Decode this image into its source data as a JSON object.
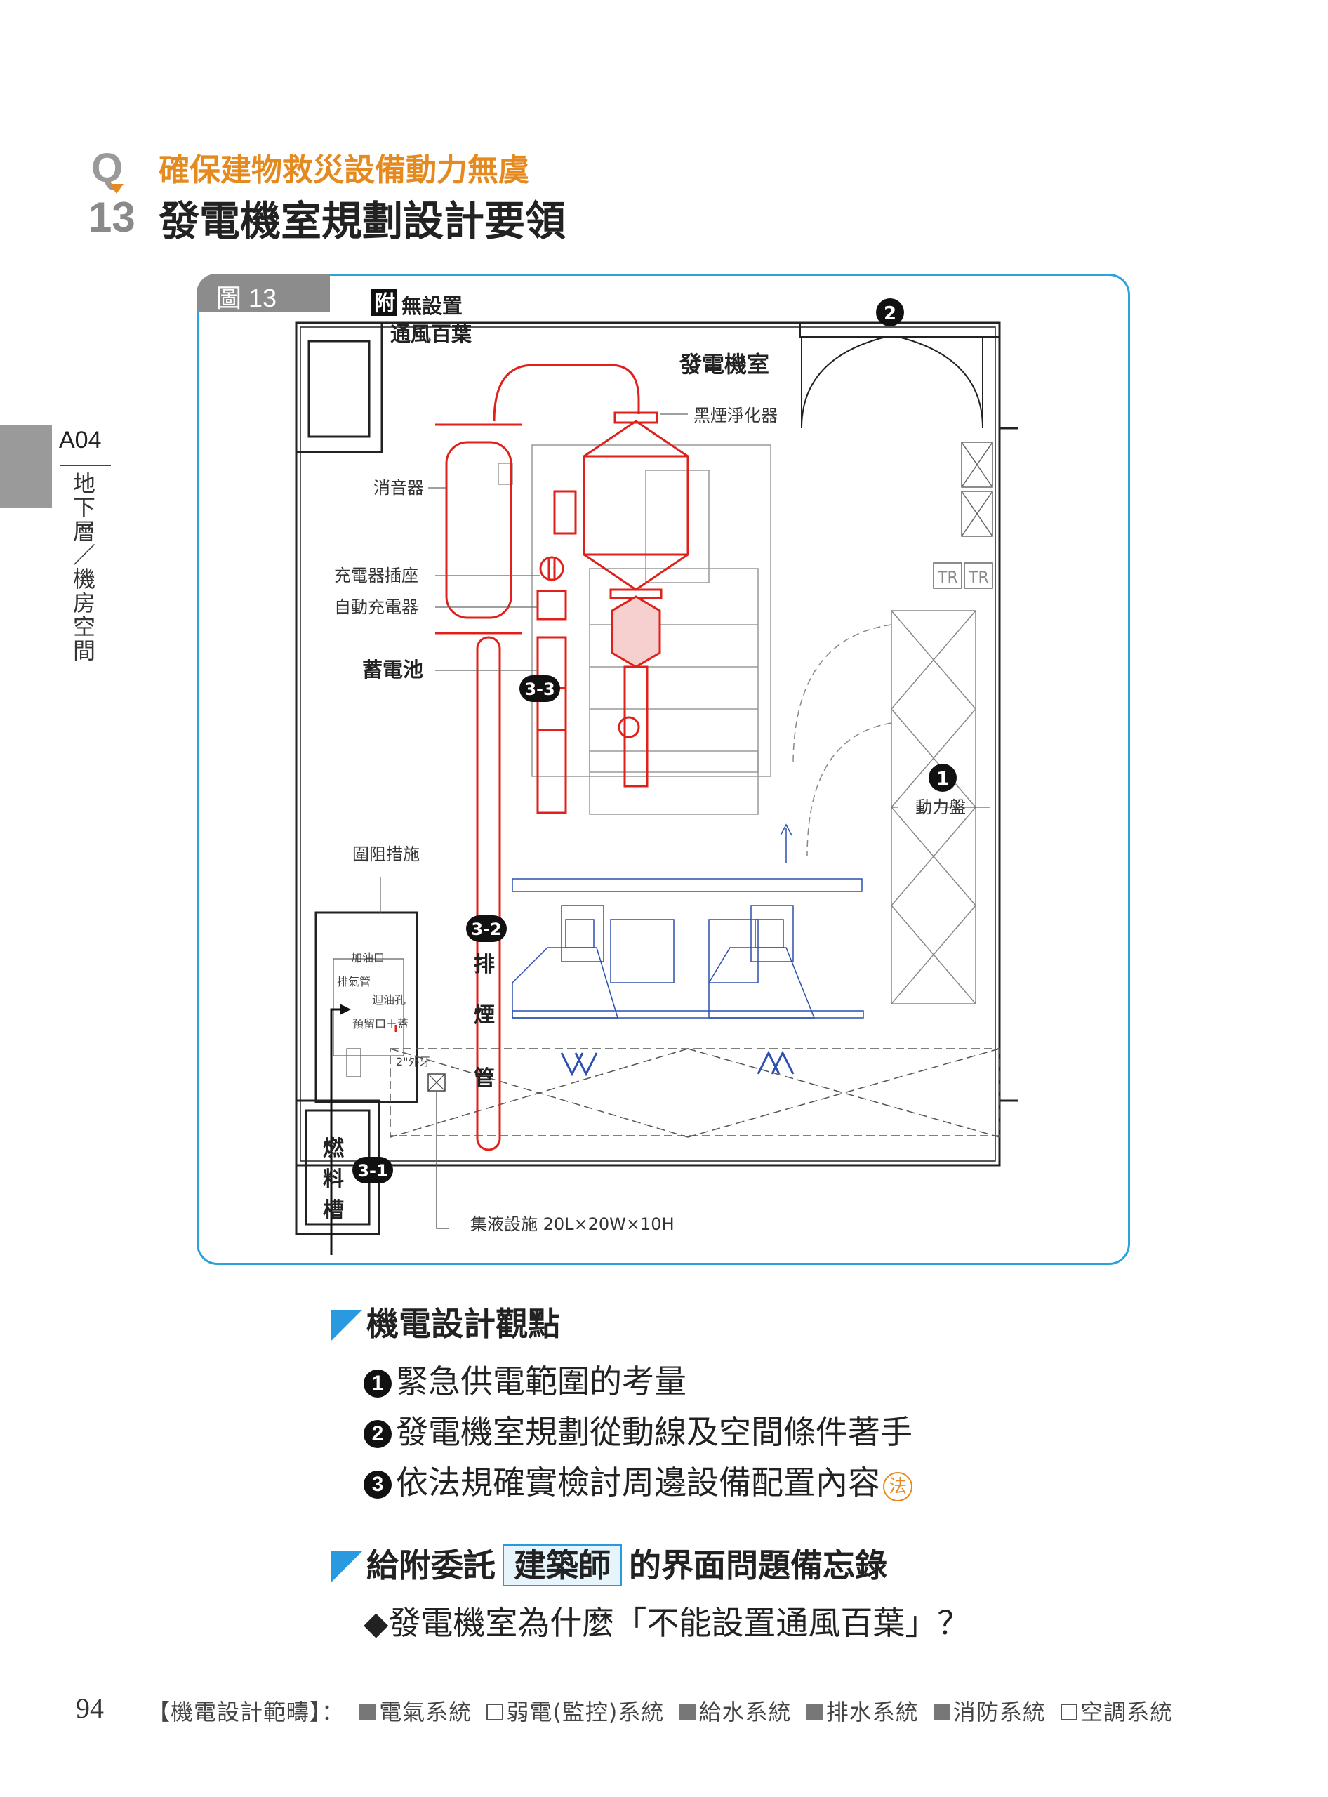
{
  "header": {
    "q_letter": "Q",
    "q_number": "13",
    "subtitle": "確保建物救災設備動力無虞",
    "title": "發電機室規劃設計要領"
  },
  "side_tab": {
    "code": "A04",
    "label": "地下層／機房空間"
  },
  "figure": {
    "tab_label": "圖 13",
    "fu_mark": "附",
    "no_vent_line1": "無設置",
    "no_vent_line2": "通風百葉",
    "room_title": "發電機室",
    "labels": {
      "black_smoke": "黑煙淨化器",
      "muffler": "消音器",
      "charger_socket": "充電器插座",
      "auto_charger": "自動充電器",
      "battery": "蓄電池",
      "barrier": "圍阻措施",
      "power_panel": "動力盤",
      "exhaust_pipe_chars": [
        "排",
        "煙",
        "管"
      ],
      "fuel_tank_chars": [
        "燃",
        "料",
        "槽"
      ],
      "collector": "集液設施 20L×20W×10H",
      "tr": "TR",
      "fill_port": "加油口",
      "vent_pipe": "排氣管",
      "return_hole": "迴油孔",
      "reserve_port": "預留口＋蓋",
      "thread": "2\"外牙"
    },
    "markers": {
      "m1": "1",
      "m2": "2",
      "m31": "3-1",
      "m32": "3-2",
      "m33": "3-3"
    }
  },
  "section1": {
    "title": "機電設計觀點",
    "items": [
      {
        "num": "1",
        "text": "緊急供電範圍的考量"
      },
      {
        "num": "2",
        "text": "發電機室規劃從動線及空間條件著手"
      },
      {
        "num": "3",
        "text": "依法規確實檢討周邊設備配置內容",
        "badge": "法"
      }
    ]
  },
  "section2": {
    "title_pre": "給附委託",
    "title_box": "建築師",
    "title_post": "的界面問題備忘錄",
    "item": "◆發電機室為什麼「不能設置通風百葉」？"
  },
  "footer": {
    "page_number": "94",
    "scope_label": "【機電設計範疇】：",
    "systems": [
      {
        "name": "電氣系統",
        "checked": true
      },
      {
        "name": "弱電(監控)系統",
        "checked": false
      },
      {
        "name": "給水系統",
        "checked": true
      },
      {
        "name": "排水系統",
        "checked": true
      },
      {
        "name": "消防系統",
        "checked": true
      },
      {
        "name": "空調系統",
        "checked": false
      }
    ]
  },
  "colors": {
    "accent_orange": "#e58a1f",
    "accent_blue": "#2a9ae0",
    "pipe_red": "#e0201a",
    "equip_blue": "#2c4fb0"
  }
}
